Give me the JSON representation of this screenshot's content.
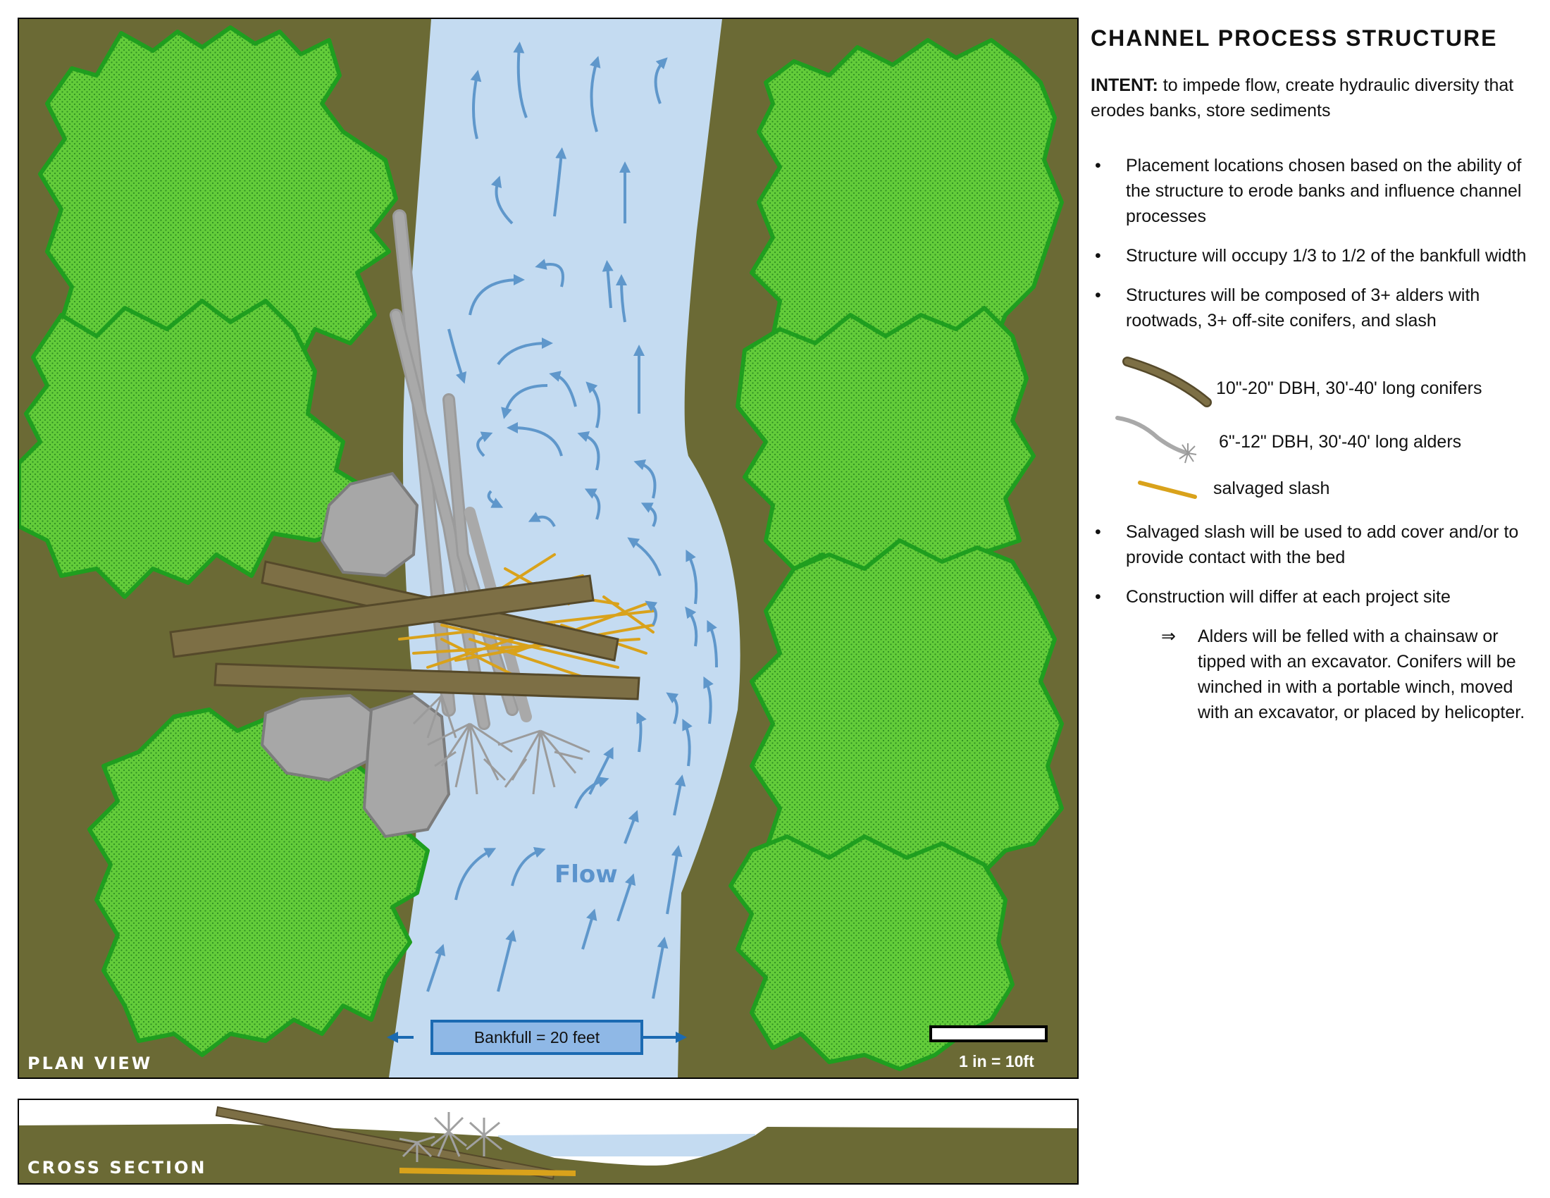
{
  "title": "CHANNEL PROCESS STRUCTURE",
  "intent": {
    "label": "INTENT:",
    "text": "to impede flow, create hydraulic diversity that erodes banks, store sediments"
  },
  "bullets": [
    "Placement locations chosen based on the ability of the structure to erode banks and influence channel processes",
    "Structure will occupy 1/3 to 1/2  of the bankfull width",
    "Structures will be composed of 3+ alders with rootwads, 3+ off-site conifers, and slash"
  ],
  "legend": {
    "conifer": "10\"-20\" DBH, 30'-40' long conifers",
    "alder": "6\"-12\" DBH, 30'-40' long alders",
    "slash": "salvaged slash"
  },
  "bullets2": [
    "Salvaged slash will be used to add cover and/or to provide contact with the bed",
    "Construction will differ at each project site"
  ],
  "subnote": "Alders will be felled with a chainsaw or tipped with an excavator. Conifers will be winched in with a portable winch, moved with an excavator, or placed by helicopter.",
  "plan": {
    "label": "PLAN VIEW",
    "bankfull": "Bankfull = 20 feet",
    "flow": "Flow",
    "scale": "1 in = 10ft"
  },
  "cross_section": {
    "label": "CROSS SECTION"
  },
  "colors": {
    "ground": "#6b6a35",
    "water": "#c4dbf1",
    "tree": "#63cc3a",
    "tree_edge": "#1f9e1f",
    "rock": "#a7a7a7",
    "log": "#7d6f45",
    "alder": "#a9a9a9",
    "slash": "#d9a21b",
    "arrow": "#5f97cb"
  }
}
